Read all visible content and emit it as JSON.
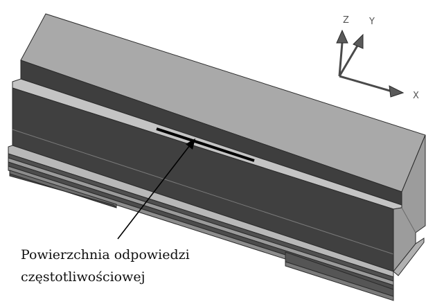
{
  "axes": {
    "z_label": "Z",
    "y_label": "Y",
    "x_label": "X"
  },
  "callout": {
    "line1": "Powierzchnia odpowiedzi",
    "line2": "częstotliwościowej"
  },
  "colors": {
    "top_face": "#a9a9a9",
    "front_face": "#3f3f3f",
    "edge_light": "#c4c4c4",
    "end_face": "#9c9c9c",
    "outline": "#222222",
    "marker": "#000000",
    "axis_stroke": "#4a4a4a"
  }
}
